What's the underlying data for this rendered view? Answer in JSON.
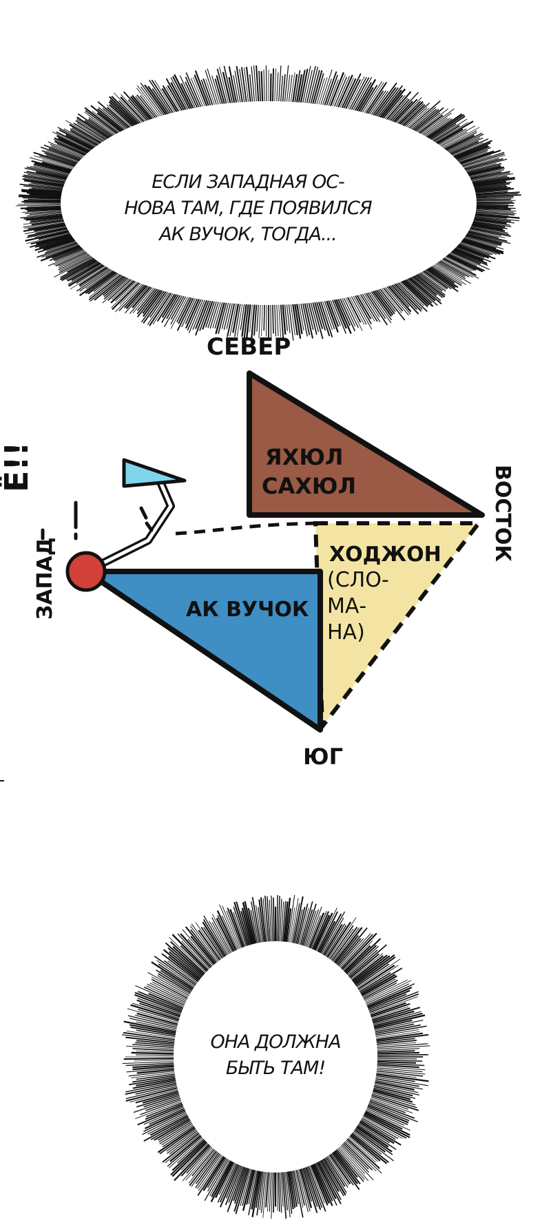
{
  "top_bubble": {
    "lines": [
      "ЕСЛИ ЗАПАДНАЯ ОС-",
      "НОВА ТАМ, ГДЕ ПОЯВИЛСЯ",
      "АК ВУЧОК, ТОГДА..."
    ]
  },
  "map": {
    "north": "СЕВЕР",
    "east": "ВОСТОК",
    "south": "ЮГ",
    "west": "ЗАПАД",
    "exclaim": "Ё!!",
    "regions": {
      "north_region": [
        "ЯХЮЛ",
        "САХЮЛ"
      ],
      "west_region": "АК ВУЧОК",
      "south_region": [
        "ХОДЖОН",
        "(СЛО-",
        "МА-",
        "НА)"
      ]
    },
    "colors": {
      "north_region": "#9a5a45",
      "west_region": "#3f8fc4",
      "south_region": "#f3e4a3",
      "compass_pin": "#d2403a",
      "compass_needle": "#7fd6ec"
    }
  },
  "bottom_bubble": {
    "lines": [
      "ОНА ДОЛЖНА",
      "БЫТЬ ТАМ!"
    ]
  }
}
